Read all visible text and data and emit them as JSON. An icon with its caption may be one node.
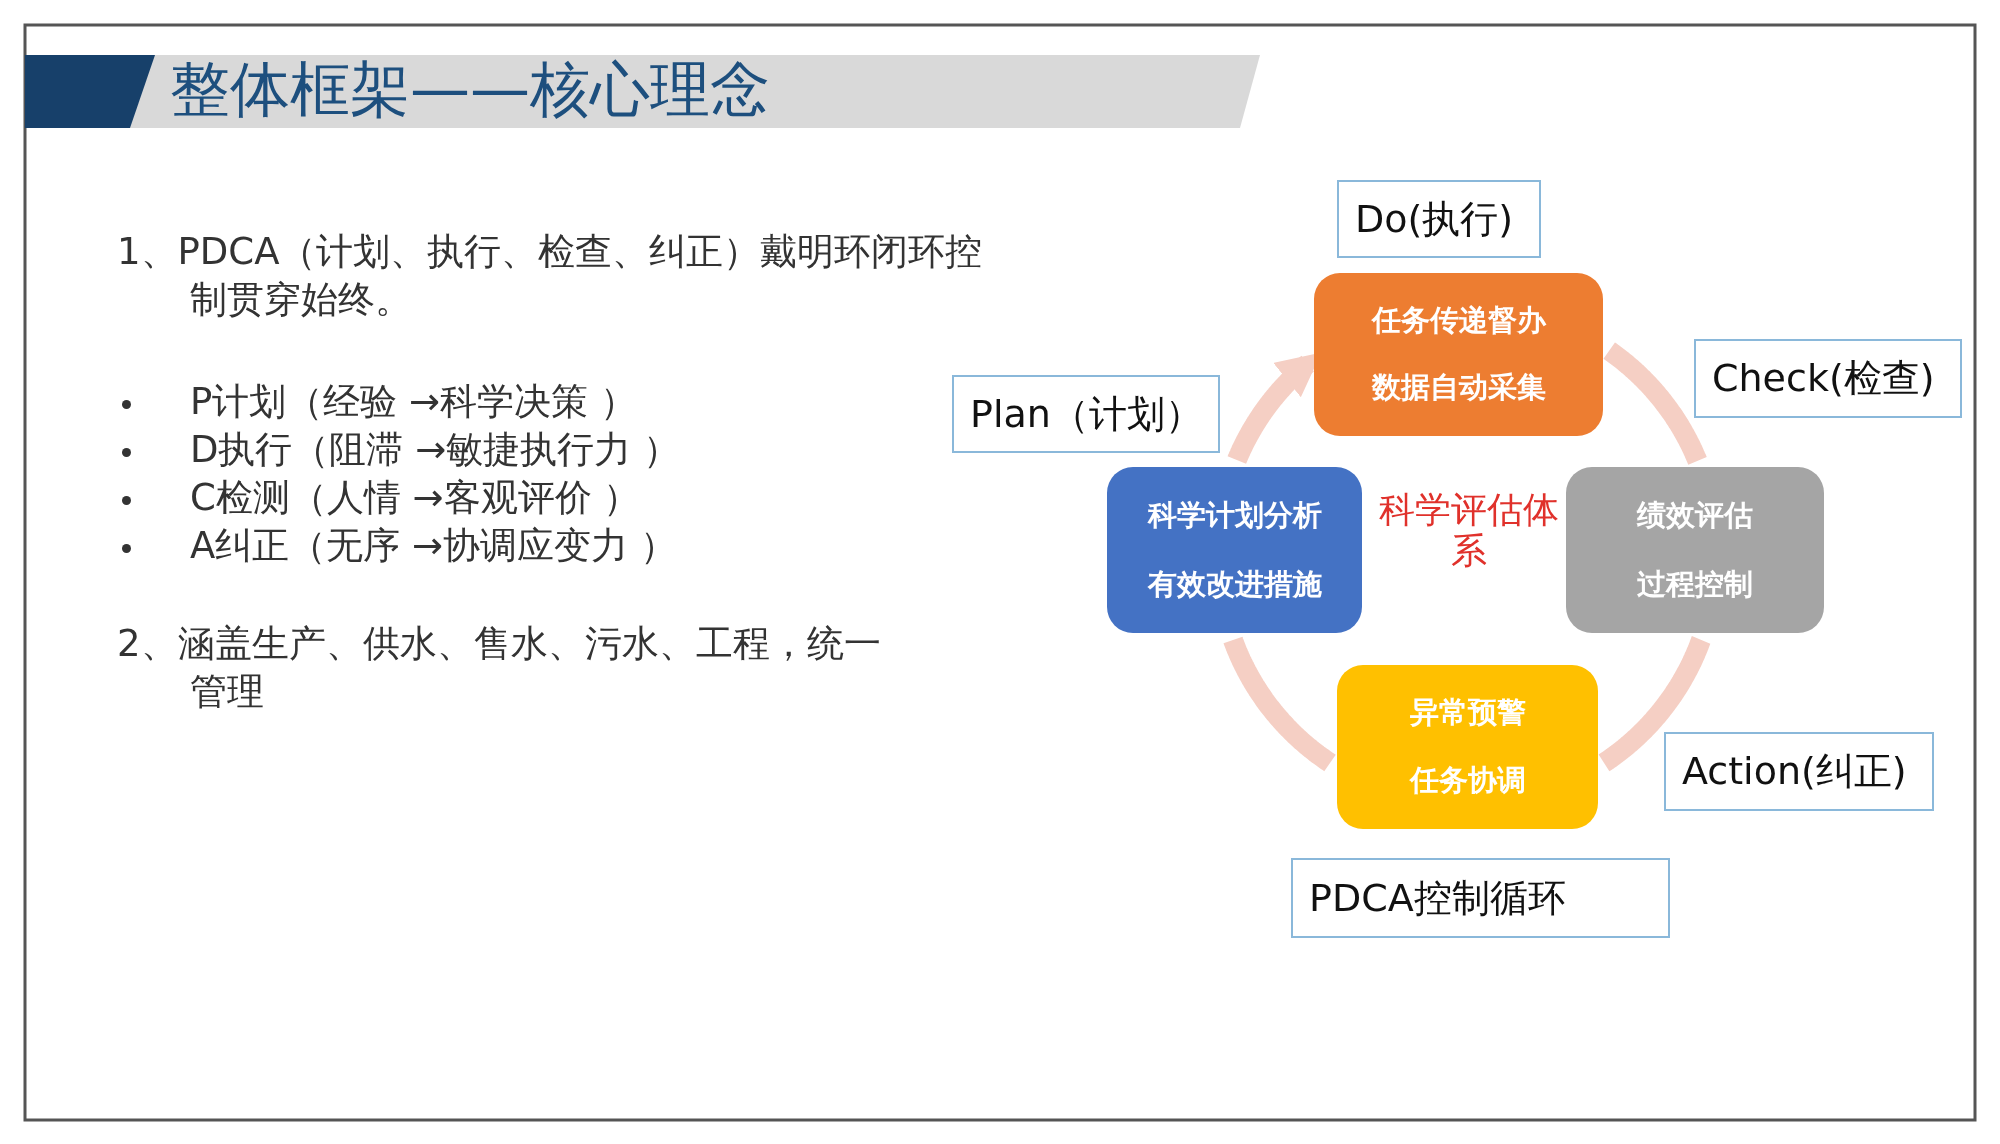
{
  "diagram": {
    "title": "整体框架——核心理念",
    "nodes": [
      {
        "text": [
          "Do(执行)"
        ]
      },
      {
        "text": [
          "任务传递督办",
          "数据自动采集"
        ]
      },
      {
        "text": [
          "Check(检查)"
        ]
      },
      {
        "text": [
          "Plan（计划）"
        ]
      },
      {
        "text": [
          "科学计划分析",
          "有效改进措施"
        ]
      },
      {
        "text": [
          "绩效评估",
          "过程控制"
        ]
      },
      {
        "text": [
          "异常预警",
          "任务协调"
        ]
      },
      {
        "text": [
          "Action(纠正)"
        ]
      },
      {
        "text": [
          "PDCA控制循环"
        ]
      }
    ],
    "edges": [
      {
        "from": 4,
        "to": 1,
        "arrow": "to"
      },
      {
        "from": 1,
        "to": 5,
        "arrow": "none"
      },
      {
        "from": 5,
        "to": 6,
        "arrow": "none"
      },
      {
        "from": 6,
        "to": 4,
        "arrow": "none"
      }
    ],
    "labels": [
      "1、PDCA（计划、执行、检查、纠正）戴明环闭环控制贯穿始终。",
      "P计划（经验 →科学决策 ）",
      "D执行（阻滞 →敏捷执行力 ）",
      "C检测（人情 →客观评价 ）",
      "A纠正（无序 →协调应变力 ）",
      "2、涵盖生产、供水、售水、污水、工程，统一管理",
      "科学评估体系"
    ]
  }
}
